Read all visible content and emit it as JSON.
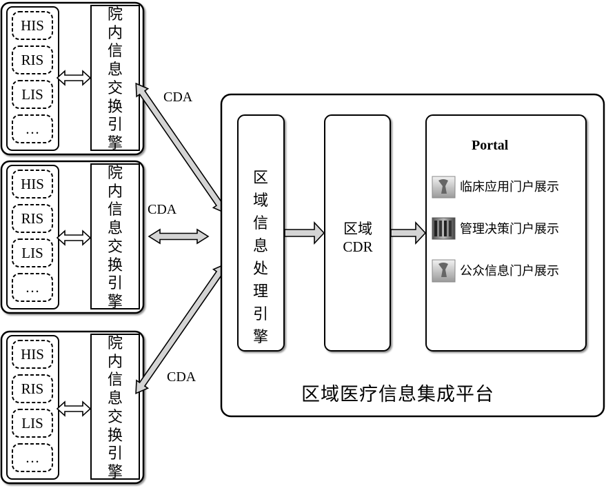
{
  "hospitals": [
    {
      "systems": [
        "HIS",
        "RIS",
        "LIS",
        "…"
      ],
      "engine_label": "院内信息交换引擎"
    },
    {
      "systems": [
        "HIS",
        "RIS",
        "LIS",
        "…"
      ],
      "engine_label": "院内信息交换引擎"
    },
    {
      "systems": [
        "HIS",
        "RIS",
        "LIS",
        "…"
      ],
      "engine_label": "院内信息交换引擎"
    }
  ],
  "connectors": [
    "CDA",
    "CDA",
    "CDA"
  ],
  "platform": {
    "title": "区域医疗信息集成平台",
    "engine_label": "区域信息处理引擎",
    "cdr_label": "区域 CDR",
    "portal": {
      "title": "Portal",
      "items": [
        {
          "icon": "clinical-icon",
          "label": "临床应用门户展示"
        },
        {
          "icon": "management-icon",
          "label": "管理决策门户展示"
        },
        {
          "icon": "public-icon",
          "label": "公众信息门户展示"
        }
      ]
    }
  }
}
